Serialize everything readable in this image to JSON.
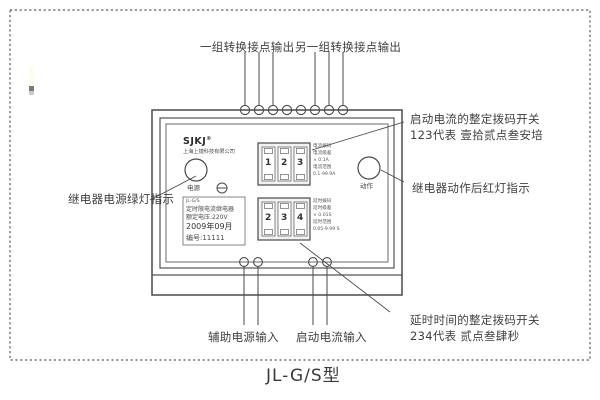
{
  "figure": {
    "caption": "JL-G/S型",
    "border_style": "dotted",
    "edge_mark": "page-edge-tick"
  },
  "callouts": {
    "top_left": "一组转换接点输出",
    "top_right": "另一组转换接点输出",
    "right_top_line1": "启动电流的整定拨码开关",
    "right_top_line2": "123代表 壹拾贰点叁安培",
    "right_mid": "继电器动作后红灯指示",
    "right_bottom_line1": "延时时间的整定拨码开关",
    "right_bottom_line2": "234代表 贰点叁肆秒",
    "left_mid": "继电器电源绿灯指示",
    "bottom_left": "辅助电源输入",
    "bottom_right": "启动电流输入"
  },
  "device": {
    "brand": "SJKJ",
    "brand_mark": "®",
    "company": "上海上捷科技有限公司",
    "power_lamp_label": "电源",
    "action_lamp_label": "动作",
    "nameplate": {
      "model": "JL-G/S",
      "type": "定时限电流继电器",
      "voltage": "额定电压:220V",
      "date": "2009年09月",
      "serial": "编号:11111"
    },
    "current_switch": {
      "digits": [
        "1",
        "2",
        "3"
      ],
      "title": "电流拨码",
      "step_label": "电流级差",
      "step_value": "× 0.1A",
      "range_label": "电流范围",
      "range_value": "0.1-99.9A"
    },
    "delay_switch": {
      "digits": [
        "2",
        "3",
        "4"
      ],
      "title": "延时拨码",
      "step_label": "延时级差",
      "step_value": "× 0.01S",
      "range_label": "延时范围",
      "range_value": "0.05-9.99 S"
    },
    "top_terminals_count": 8,
    "bottom_terminals_count": 4
  },
  "colors": {
    "line": "#4a4a4a",
    "text": "#3a3a3a",
    "border": "#555555",
    "background": "#ffffff"
  }
}
